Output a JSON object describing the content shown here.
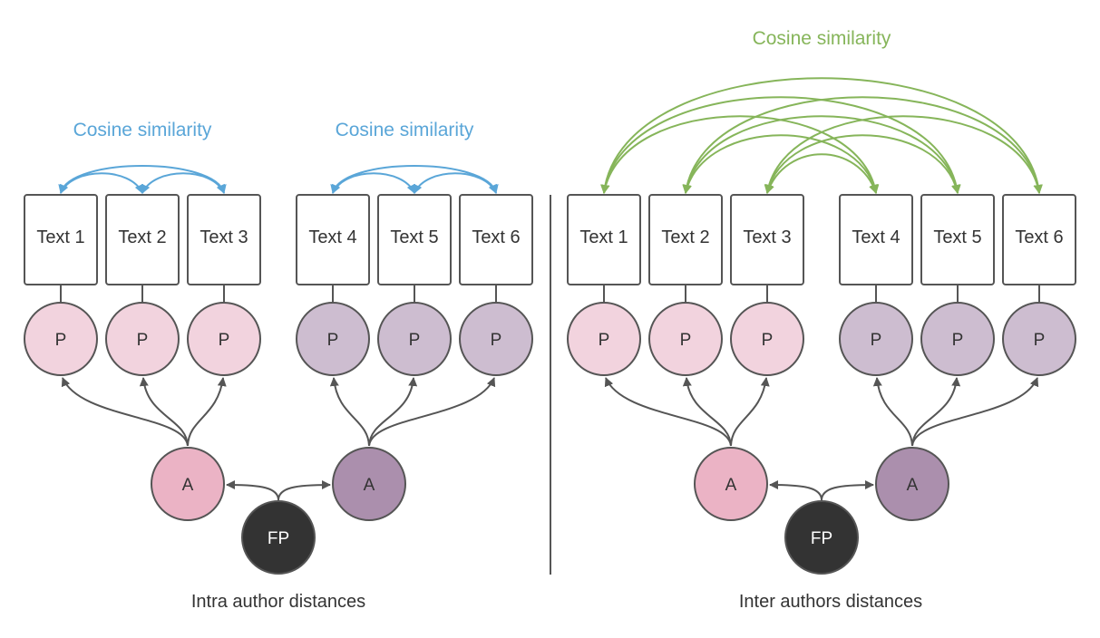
{
  "panels": {
    "left": {
      "caption": "Intra author distances",
      "similarity_labels": [
        "Cosine similarity",
        "Cosine similarity"
      ],
      "texts": [
        "Text 1",
        "Text 2",
        "Text 3",
        "Text 4",
        "Text 5",
        "Text 6"
      ],
      "profile_label": "P",
      "author_label": "A",
      "fp_label": "FP"
    },
    "right": {
      "caption": "Inter authors distances",
      "similarity_label": "Cosine similarity",
      "texts": [
        "Text 1",
        "Text 2",
        "Text 3",
        "Text 4",
        "Text 5",
        "Text 6"
      ],
      "profile_label": "P",
      "author_label": "A",
      "fp_label": "FP"
    }
  },
  "colors": {
    "intra_similarity": "#5aa6d8",
    "inter_similarity": "#86b55a",
    "author1_profile": "#f2d3de",
    "author1": "#ebb3c5",
    "author2_profile": "#cdbdd0",
    "author2": "#ab8fad",
    "fp": "#333333",
    "edge": "#555555"
  }
}
